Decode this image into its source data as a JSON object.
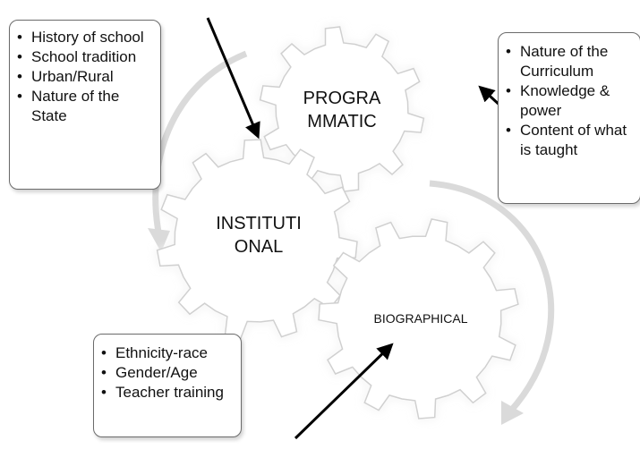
{
  "gears": {
    "institutional": {
      "line1": "INSTITUTI",
      "line2": "ONAL"
    },
    "programmatic": {
      "line1": "PROGRA",
      "line2": "MMATIC"
    },
    "biographical": {
      "label": "BIOGRAPHICAL"
    }
  },
  "boxes": {
    "institutional_factors": [
      "History of school",
      "School tradition",
      "Urban/Rural",
      "Nature of the State"
    ],
    "programmatic_factors": [
      "Nature of the Curriculum",
      "Knowledge & power",
      "Content of what is taught"
    ],
    "biographical_factors": [
      "Ethnicity-race",
      "Gender/Age",
      "Teacher training"
    ]
  },
  "colors": {
    "gear_fill": "#ffffff",
    "gear_glow": "#d8d8d8",
    "box_border": "#6b6b6b",
    "arrow": "#000000"
  }
}
